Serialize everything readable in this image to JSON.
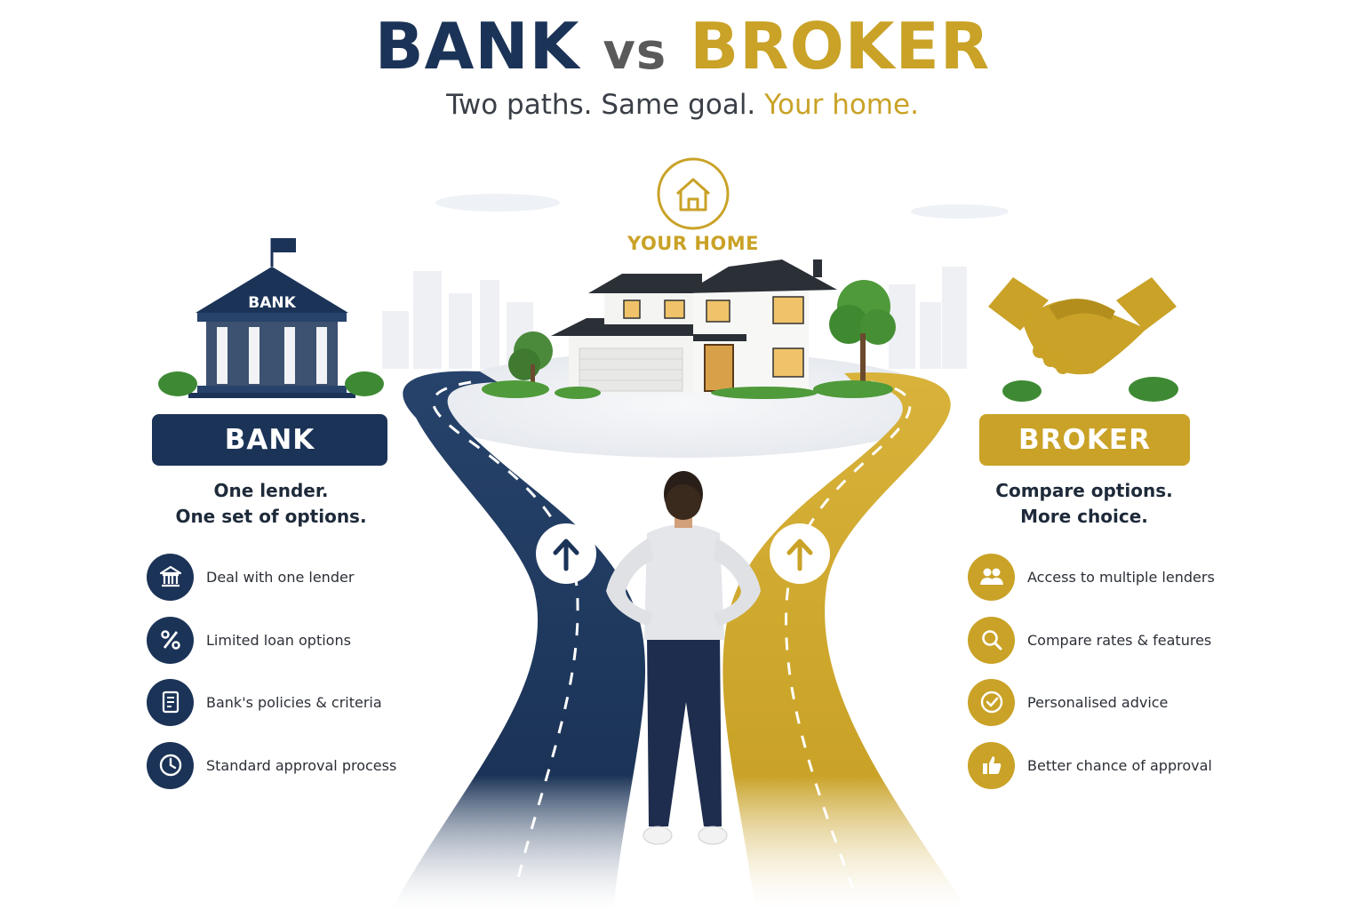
{
  "header": {
    "title_left": "BANK",
    "title_vs": "vs",
    "title_right": "BROKER",
    "subtitle_main": "Two paths. Same goal.",
    "subtitle_highlight": "Your home."
  },
  "destination": {
    "label": "YOUR HOME",
    "icon": "house-outline-icon"
  },
  "bank": {
    "building_sign": "BANK",
    "label": "BANK",
    "tagline_line1": "One lender.",
    "tagline_line2": "One set of options.",
    "features": [
      {
        "icon": "bank-icon",
        "text": "Deal with one lender"
      },
      {
        "icon": "percent-icon",
        "text": "Limited loan options"
      },
      {
        "icon": "document-icon",
        "text": "Bank's policies & criteria"
      },
      {
        "icon": "clock-icon",
        "text": "Standard approval process"
      }
    ]
  },
  "broker": {
    "icon": "handshake-icon",
    "label": "BROKER",
    "tagline_line1": "Compare options.",
    "tagline_line2": "More choice.",
    "features": [
      {
        "icon": "people-icon",
        "text": "Access to multiple lenders"
      },
      {
        "icon": "search-icon",
        "text": "Compare rates & features"
      },
      {
        "icon": "check-circle-icon",
        "text": "Personalised advice"
      },
      {
        "icon": "thumbs-up-icon",
        "text": "Better chance of approval"
      }
    ]
  },
  "colors": {
    "bank_navy": "#1b3357",
    "broker_gold": "#c9a227",
    "text_dark": "#2b2f36"
  }
}
